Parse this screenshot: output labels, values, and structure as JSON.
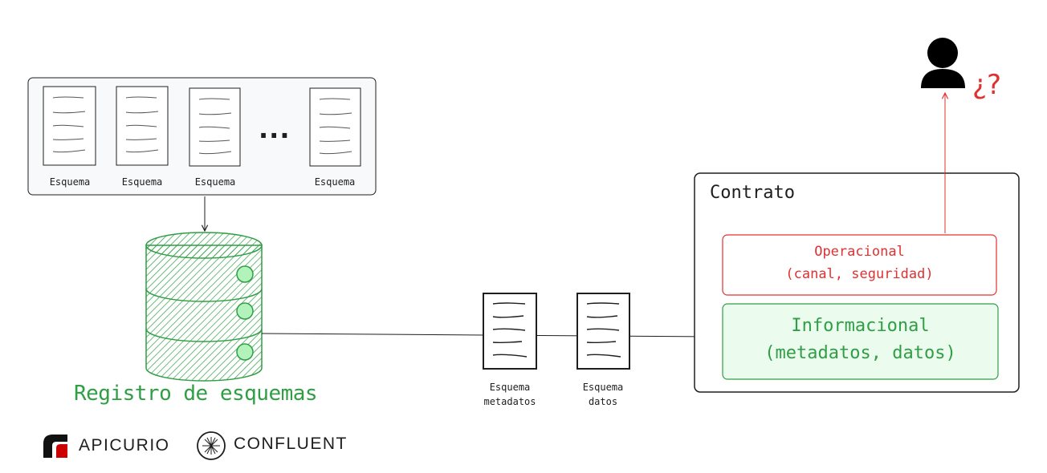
{
  "schema_panel": {
    "labels": [
      "Esquema",
      "Esquema",
      "Esquema",
      "Esquema"
    ],
    "ellipsis": "..."
  },
  "registry": {
    "title": "Registro de esquemas",
    "color": "#2f9e44"
  },
  "documents": {
    "metadata_label_1": "Esquema",
    "metadata_label_2": "metadatos",
    "data_label_1": "Esquema",
    "data_label_2": "datos"
  },
  "contract": {
    "title": "Contrato",
    "operational": {
      "line1": "Operacional",
      "line2": "(canal, seguridad)",
      "color": "#e03131"
    },
    "informational": {
      "line1": "Informacional",
      "line2": "(metadatos, datos)",
      "color": "#2f9e44"
    }
  },
  "consumer": {
    "question": "¿?",
    "icon": "user-icon"
  },
  "logos": {
    "apicurio": "APICURIO",
    "confluent": "CONFLUENT"
  }
}
